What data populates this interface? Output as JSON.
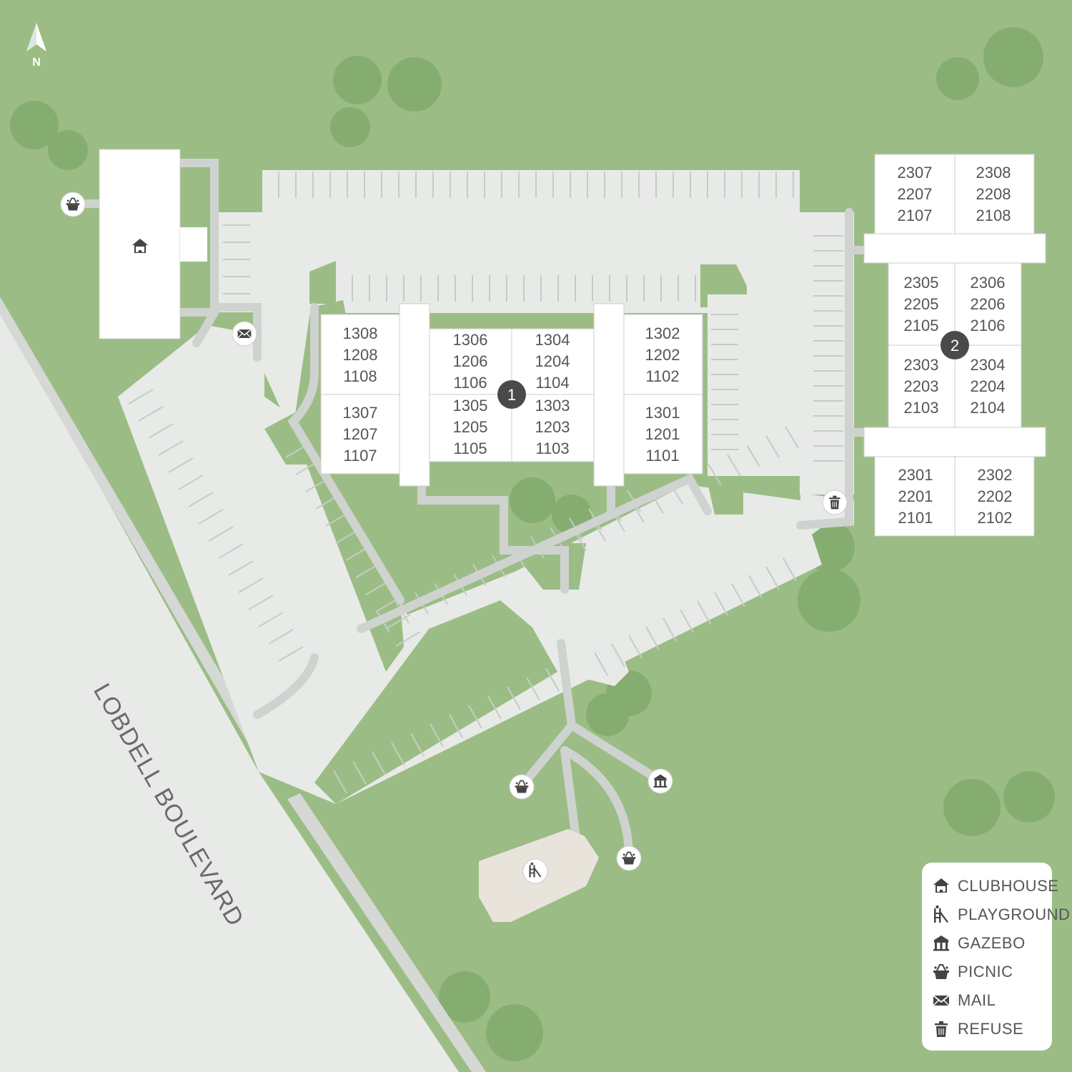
{
  "compass": {
    "label": "N"
  },
  "road": {
    "name": "LOBDELL BOULEVARD"
  },
  "building_markers": [
    {
      "id": "1",
      "label": "1"
    },
    {
      "id": "2",
      "label": "2"
    }
  ],
  "building1": {
    "blocks": [
      [
        "1308",
        "1208",
        "1108"
      ],
      [
        "1307",
        "1207",
        "1107"
      ],
      [
        "1306",
        "1206",
        "1106"
      ],
      [
        "1304",
        "1204",
        "1104"
      ],
      [
        "1305",
        "1205",
        "1105"
      ],
      [
        "1303",
        "1203",
        "1103"
      ],
      [
        "1302",
        "1202",
        "1102"
      ],
      [
        "1301",
        "1201",
        "1101"
      ]
    ]
  },
  "building2": {
    "blocks": [
      [
        "2307",
        "2207",
        "2107"
      ],
      [
        "2308",
        "2208",
        "2108"
      ],
      [
        "2305",
        "2205",
        "2105"
      ],
      [
        "2306",
        "2206",
        "2106"
      ],
      [
        "2303",
        "2203",
        "2103"
      ],
      [
        "2304",
        "2204",
        "2104"
      ],
      [
        "2301",
        "2201",
        "2101"
      ],
      [
        "2302",
        "2202",
        "2102"
      ]
    ]
  },
  "legend": {
    "items": [
      {
        "icon": "clubhouse-icon",
        "label": "CLUBHOUSE"
      },
      {
        "icon": "playground-icon",
        "label": "PLAYGROUND"
      },
      {
        "icon": "gazebo-icon",
        "label": "GAZEBO"
      },
      {
        "icon": "picnic-icon",
        "label": "PICNIC"
      },
      {
        "icon": "mail-icon",
        "label": "MAIL"
      },
      {
        "icon": "refuse-icon",
        "label": "REFUSE"
      }
    ]
  },
  "colors": {
    "grass": "#9bbd85",
    "tree": "#86ad70",
    "pavement": "#e8eae8",
    "building": "#ffffff",
    "marker": "#4a4a4a",
    "playground_area": "#e8e4dc"
  }
}
